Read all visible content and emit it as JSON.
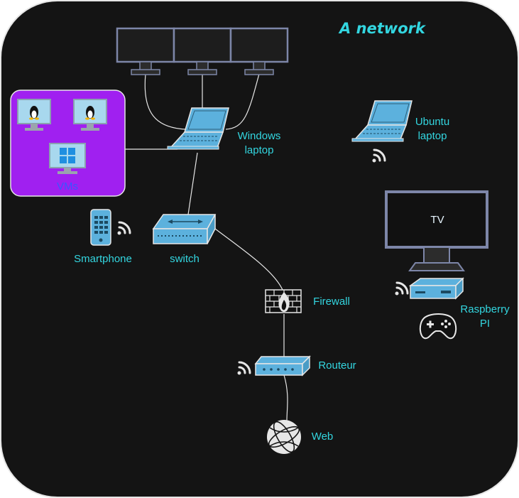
{
  "title": "A network",
  "colors": {
    "background": "#141414",
    "accent": "#33d6e0",
    "device_blue": "#5cb1dd",
    "monitor_frame": "#7d86a8",
    "vm_box": "#a020f0",
    "link": "#e6e6e6"
  },
  "nodes": {
    "vms": {
      "label": "VMs"
    },
    "windows_laptop": {
      "label": "Windows\nlaptop"
    },
    "ubuntu_laptop": {
      "label": "Ubuntu\nlaptop"
    },
    "smartphone": {
      "label": "Smartphone"
    },
    "switch": {
      "label": "switch"
    },
    "tv": {
      "label": "TV"
    },
    "raspberry_pi": {
      "label": "Raspberry\nPI"
    },
    "firewall": {
      "label": "Firewall"
    },
    "router": {
      "label": "Routeur"
    },
    "web": {
      "label": "Web"
    }
  },
  "icons": [
    "monitor-icon",
    "linux-vm-icon",
    "windows-vm-icon",
    "laptop-icon",
    "smartphone-icon",
    "wifi-icon",
    "switch-icon",
    "firewall-icon",
    "router-icon",
    "globe-icon",
    "tv-icon",
    "mini-pc-icon",
    "gamepad-icon"
  ]
}
